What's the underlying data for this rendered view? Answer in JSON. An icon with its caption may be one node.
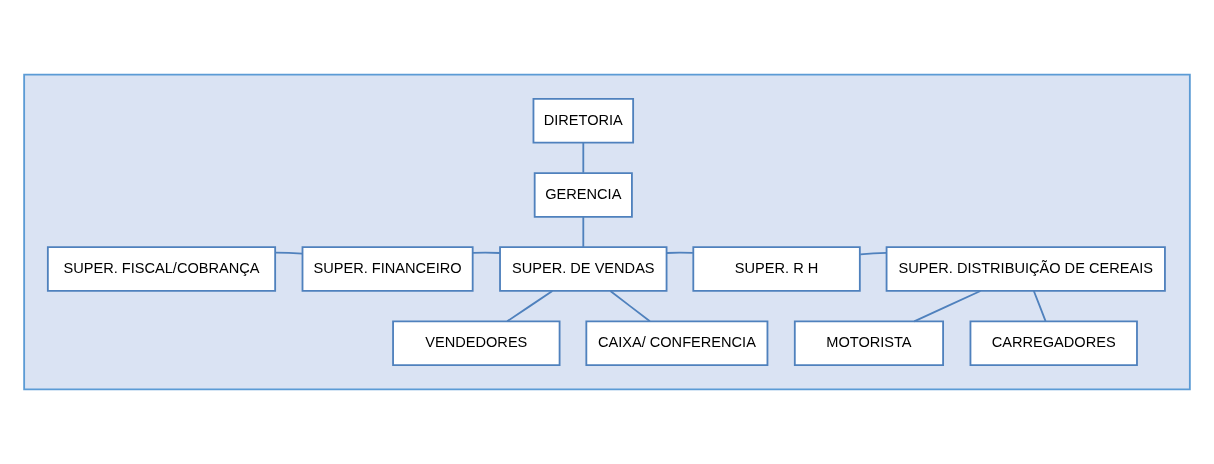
{
  "diagram": {
    "nodes": [
      {
        "text": [],
        "shape": "box"
      },
      {
        "text": [
          "DIRETORIA"
        ],
        "in": 0
      },
      {
        "text": [
          "GERENCIA"
        ],
        "in": 0
      },
      {
        "text": [
          "SUPER. FISCAL/COBRANÇA"
        ],
        "in": 0
      },
      {
        "text": [
          "SUPER. FINANCEIRO"
        ],
        "in": 0
      },
      {
        "text": [
          "SUPER. DE VENDAS"
        ],
        "in": 0
      },
      {
        "text": [
          "SUPER. R H"
        ],
        "in": 0
      },
      {
        "text": [
          "SUPER. DISTRIBUIÇÃO DE CEREAIS"
        ],
        "in": 0
      },
      {
        "text": [
          "VENDEDORES"
        ],
        "in": 0
      },
      {
        "text": [
          "CAIXA/ CONFERENCIA"
        ],
        "in": 0
      },
      {
        "text": [
          "MOTORISTA"
        ],
        "in": 0
      },
      {
        "text": [
          "CARREGADORES"
        ],
        "in": 0
      }
    ],
    "edges": [
      {
        "from": 1,
        "to": 2,
        "arrow": "none"
      },
      {
        "from": 2,
        "to": 5,
        "arrow": "none"
      },
      {
        "from": 4,
        "to": 3,
        "arrow": "none"
      },
      {
        "from": 5,
        "to": 4,
        "arrow": "none"
      },
      {
        "from": 5,
        "to": 6,
        "arrow": "none"
      },
      {
        "from": 6,
        "to": 7,
        "arrow": "none"
      },
      {
        "from": 5,
        "to": 8,
        "arrow": "none"
      },
      {
        "from": 5,
        "to": 9,
        "arrow": "none"
      },
      {
        "from": 7,
        "to": 10,
        "arrow": "none"
      },
      {
        "from": 7,
        "to": 11,
        "arrow": "none"
      }
    ]
  }
}
